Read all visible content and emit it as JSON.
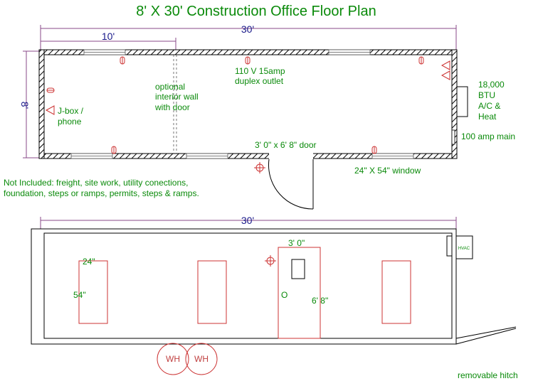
{
  "title": "8'  X 30' Construction Office Floor Plan",
  "colors": {
    "label": "#0a8a0a",
    "dimension": "#1a1a8a",
    "dimline": "#8a4a8a",
    "fixture": "#cc3333",
    "wall": "#000000"
  },
  "plan": {
    "dim_10": "10'",
    "dim_30": "30'",
    "dim_8": "8'",
    "outlet_l1": "110 V   15amp",
    "outlet_l2": "duplex outlet",
    "wall_l1": "optional",
    "wall_l2": "interior wall",
    "wall_l3": "with door",
    "jbox_l1": "J-box /",
    "jbox_l2": "phone",
    "ac_l1": "18,000",
    "ac_l2": "BTU",
    "ac_l3": "A/C &",
    "ac_l4": "Heat",
    "main": "100 amp main",
    "door": "3' 0\" x 6' 8\" door",
    "window": "24\" X 54\" window"
  },
  "note": {
    "line1": "Not Included: freight, site work, utility conections,",
    "line2": "foundation, steps or ramps, permits, steps & ramps."
  },
  "elevation": {
    "dim_30": "30'",
    "win_w": "24\"",
    "win_h": "54\"",
    "door_w": "3' 0\"",
    "door_h": "6' 8\"",
    "door_knob": "O",
    "hvac": "HVAC",
    "wheel1": "WH",
    "wheel2": "WH",
    "hitch": "removable hitch"
  }
}
